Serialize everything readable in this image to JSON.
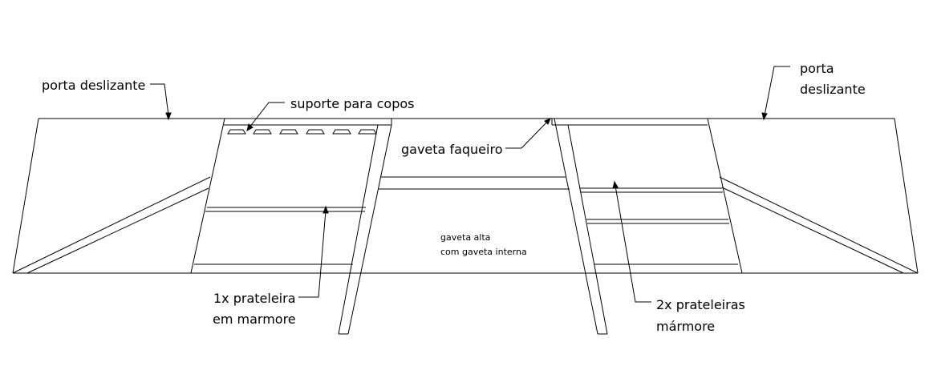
{
  "colors": {
    "line": "#000000",
    "background": "#ffffff"
  },
  "labels": {
    "left_door": "porta deslizante",
    "cup_holder": "suporte para copos",
    "cutlery_drawer": "gaveta faqueiro",
    "right_door_line1": "porta",
    "right_door_line2": "deslizante",
    "tall_drawer_line1": "gaveta alta",
    "tall_drawer_line2": "com gaveta interna",
    "one_shelf_line1": "1x prateleira",
    "one_shelf_line2": "em marmore",
    "two_shelves_line1": "2x prateleiras",
    "two_shelves_line2": "mármore"
  }
}
